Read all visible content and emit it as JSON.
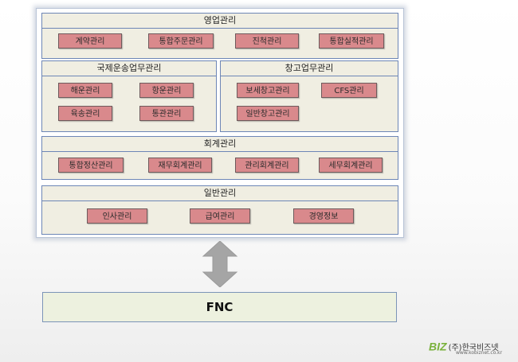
{
  "sales": {
    "title": "영업관리",
    "items": [
      "계약관리",
      "통합주문관리",
      "진척관리",
      "통합실적관리"
    ]
  },
  "transport": {
    "title": "국제운송업무관리",
    "items": [
      "해운관리",
      "항운관리",
      "육송관리",
      "통관관리"
    ]
  },
  "warehouse": {
    "title": "창고업무관리",
    "items": [
      "보세창고관리",
      "CFS관리",
      "일반창고관리"
    ]
  },
  "accounting": {
    "title": "회계관리",
    "items": [
      "통합정산관리",
      "재무회계관리",
      "관리회계관리",
      "세무회계관리"
    ]
  },
  "general": {
    "title": "일반관리",
    "items": [
      "인사관리",
      "급여관리",
      "경영정보"
    ]
  },
  "fnc": {
    "label": "FNC"
  },
  "logo": {
    "brand": "BIZ",
    "name": "(주)한국비즈넷",
    "url": "www.kobiznet.co.kr"
  },
  "colors": {
    "panel_bg": "#f0eee2",
    "button_bg": "#d9898c",
    "border": "#6d86b6",
    "arrow": "#a5a5a5",
    "logo_green": "#7ab23c"
  }
}
